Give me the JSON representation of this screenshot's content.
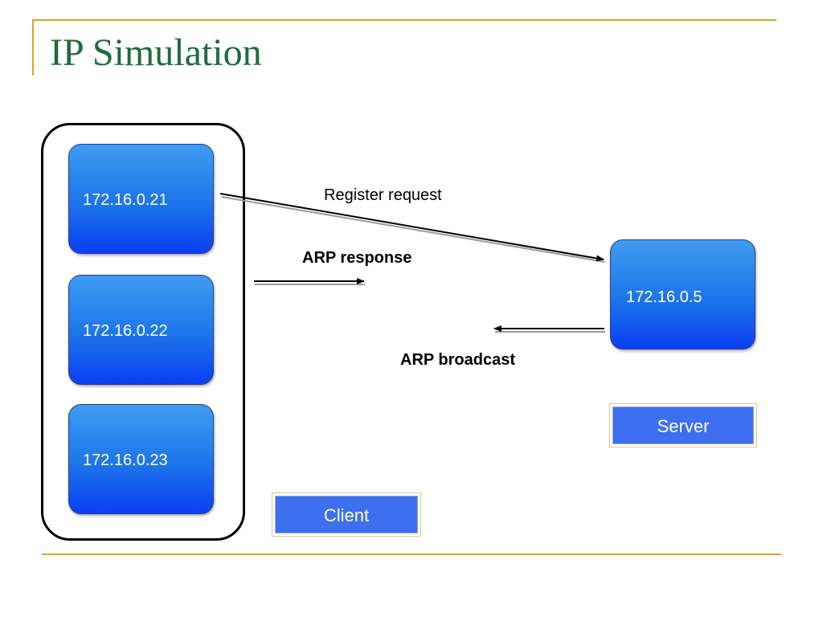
{
  "title": "IP Simulation",
  "client_nodes": [
    {
      "label": "172.16.0.21"
    },
    {
      "label": "172.16.0.22"
    },
    {
      "label": "172.16.0.23"
    }
  ],
  "server_node": {
    "label": "172.16.0.5"
  },
  "tags": {
    "server": "Server",
    "client": "Client"
  },
  "messages": {
    "register": "Register request",
    "arp_response": "ARP response",
    "arp_broadcast": "ARP broadcast"
  },
  "colors": {
    "accent_rule": "#d9a520",
    "title": "#1e6b3a",
    "node_fill": "#1d74ea",
    "tag_fill": "#3d6ff0"
  }
}
